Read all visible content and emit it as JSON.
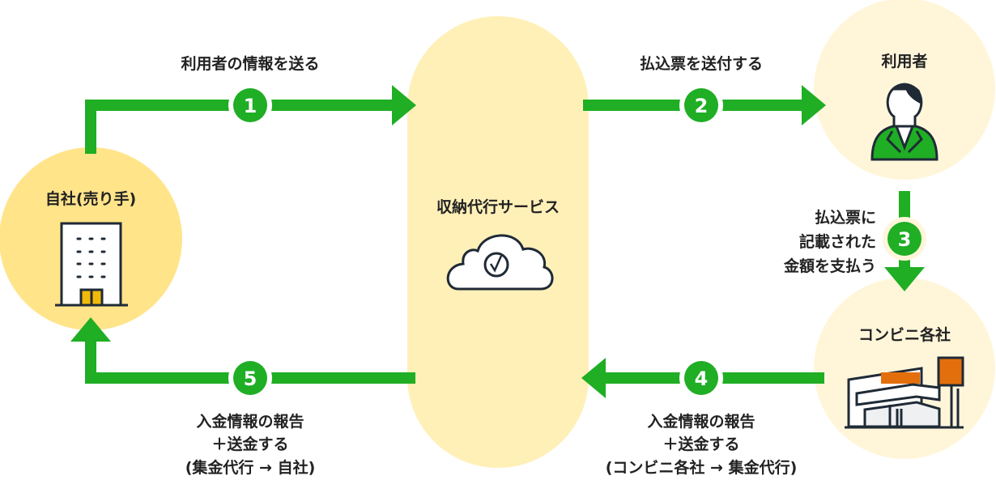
{
  "colors": {
    "green": "#1fae24",
    "seller_circle": "#ffe48a",
    "service_pill": "#fff0b8",
    "right_circle": "#fff6da",
    "orange": "#e36f0c",
    "door": "#f1b90a",
    "outline": "#1f2a36"
  },
  "nodes": {
    "seller": "自社(売り手)",
    "service": "収納代行サービス",
    "user": "利用者",
    "convenience": "コンビニ各社"
  },
  "steps": [
    {
      "num": "1",
      "lines": [
        "利用者の情報を送る"
      ]
    },
    {
      "num": "2",
      "lines": [
        "払込票を送付する"
      ]
    },
    {
      "num": "3",
      "lines": [
        "払込票に",
        "記載された",
        "金額を支払う"
      ]
    },
    {
      "num": "4",
      "lines": [
        "入金情報の報告",
        "＋送金する",
        "(コンビニ各社 → 集金代行)"
      ]
    },
    {
      "num": "5",
      "lines": [
        "入金情報の報告",
        "＋送金する",
        "(集金代行 → 自社)"
      ]
    }
  ],
  "icons": {
    "seller": "office-building-icon",
    "service": "cloud-check-icon",
    "user": "person-icon",
    "convenience": "convenience-store-icon"
  }
}
